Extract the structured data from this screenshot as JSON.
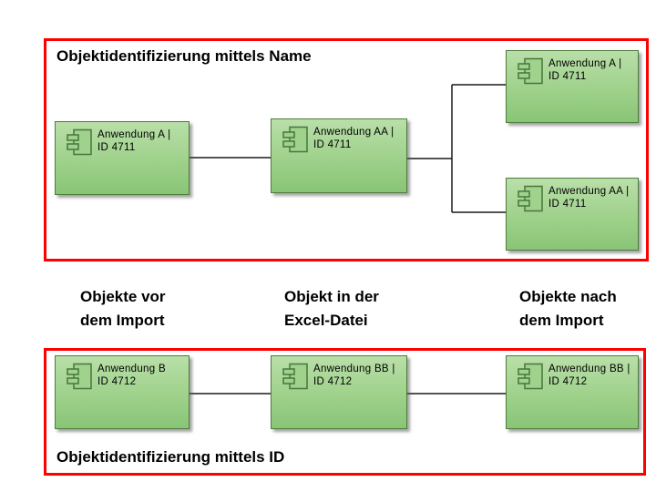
{
  "top_section": {
    "title": "Objektidentifizierung mittels Name",
    "boxes": [
      {
        "name": "Anwendung A |",
        "id": "ID 4711"
      },
      {
        "name": "Anwendung AA |",
        "id": "ID 4711"
      },
      {
        "name": "Anwendung A |",
        "id": "ID 4711"
      },
      {
        "name": "Anwendung AA |",
        "id": "ID 4711"
      }
    ]
  },
  "column_labels": [
    {
      "text": "Objekte vor\ndem Import"
    },
    {
      "text": "Objekt in der\nExcel-Datei"
    },
    {
      "text": "Objekte nach\ndem Import"
    }
  ],
  "bottom_section": {
    "title": "Objektidentifizierung mittels ID",
    "boxes": [
      {
        "name": "Anwendung B",
        "id": "ID 4712"
      },
      {
        "name": "Anwendung BB |",
        "id": "ID 4712"
      },
      {
        "name": "Anwendung BB |",
        "id": "ID 4712"
      }
    ]
  },
  "colors": {
    "frame_red": "#ff0000",
    "box_green_top": "#b9dfa8",
    "box_green_bottom": "#89c576",
    "box_border_green": "#4e7c3c",
    "connector": "#1a1a1a"
  }
}
